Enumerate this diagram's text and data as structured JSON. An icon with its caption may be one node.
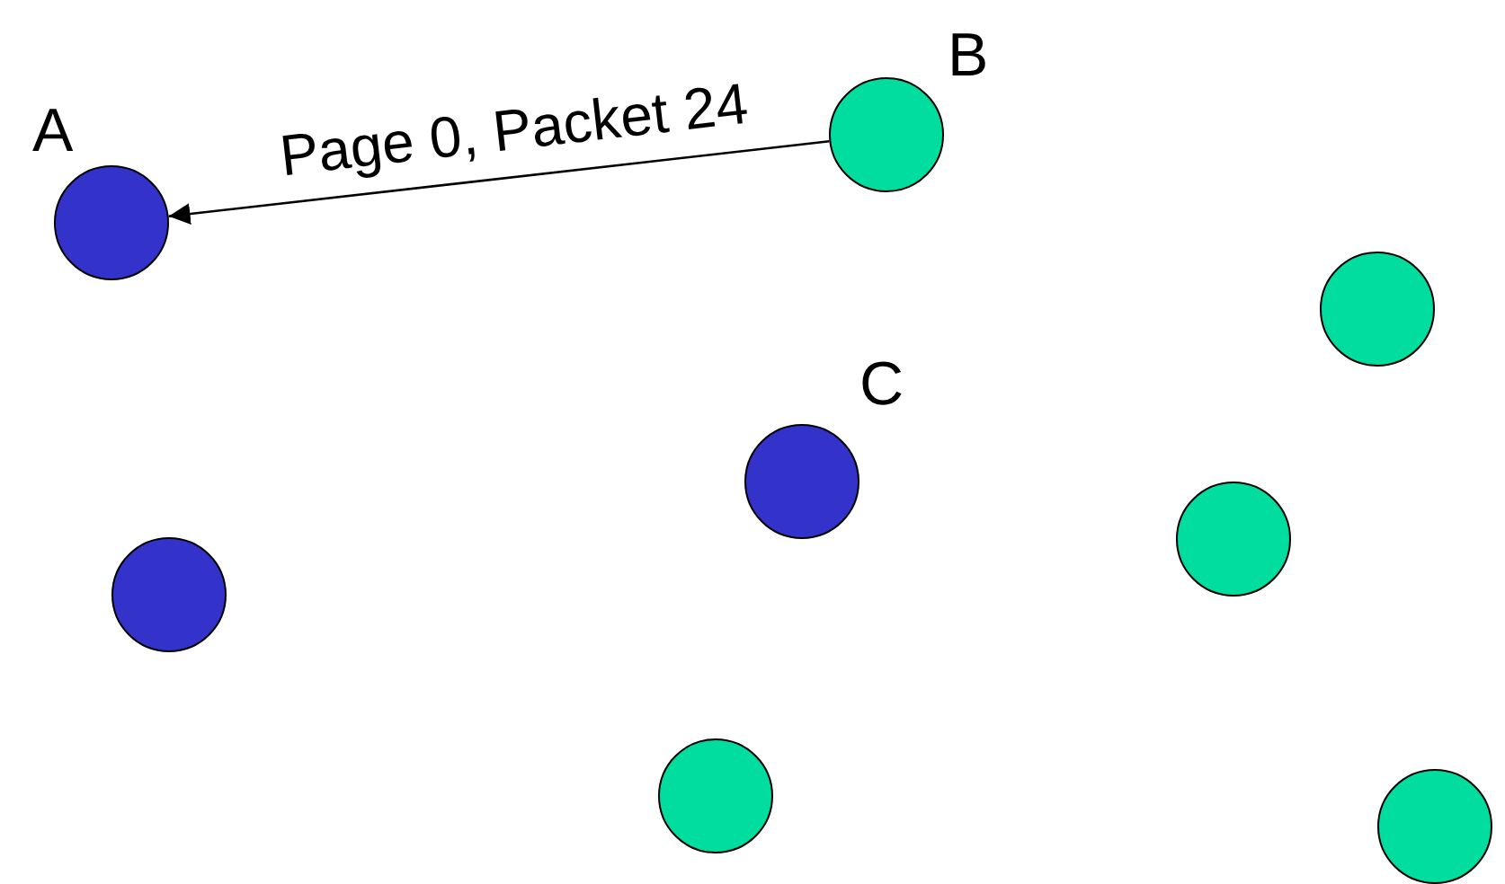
{
  "diagram": {
    "nodes": [
      {
        "text": [],
        "shape": "circle",
        "beside": [
          "B"
        ]
      },
      {
        "text": [],
        "shape": "circle",
        "beside": [
          "A"
        ]
      },
      {
        "text": [],
        "shape": "circle"
      },
      {
        "text": [],
        "shape": "circle",
        "beside": [
          "C"
        ]
      },
      {
        "text": [],
        "shape": "circle"
      },
      {
        "text": [],
        "shape": "circle"
      },
      {
        "text": [],
        "shape": "circle"
      },
      {
        "text": [],
        "shape": "circle"
      }
    ],
    "edges": [
      {
        "from": 0,
        "to": 1,
        "arrow": "to",
        "label": "Page 0, Packet 24"
      }
    ]
  }
}
